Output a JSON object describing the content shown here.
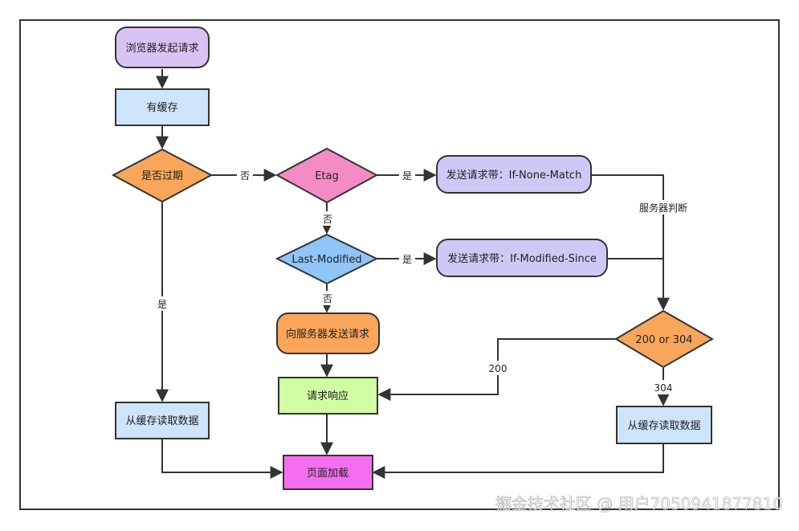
{
  "nodes": {
    "start": "浏览器发起请求",
    "has_cache": "有缓存",
    "expired": "是否过期",
    "etag": "Etag",
    "send_inm": "发送请求带：If-None-Match",
    "last_modified": "Last-Modified",
    "send_ims": "发送请求带：If-Modified-Since",
    "request_server": "向服务器发送请求",
    "response": "请求响应",
    "read_cache_left": "从缓存读取数据",
    "status_check": "200 or 304",
    "read_cache_right": "从缓存读取数据",
    "page_load": "页面加载"
  },
  "labels": {
    "no_expired": "否",
    "yes_etag": "是",
    "no_etag": "否",
    "yes_lm": "是",
    "no_lm": "否",
    "yes_expired": "是",
    "server_judge": "服务器判断",
    "code_200": "200",
    "code_304": "304"
  },
  "watermark": "掘金技术社区 @ 用户7050941877810",
  "colors": {
    "purple_fill": "#d9c3f5",
    "blue_fill": "#cde4fa",
    "orange_fill": "#f9a65a",
    "pink_fill": "#f58bc4",
    "lilac_fill": "#cdc9f7",
    "sky_fill": "#8fc5f8",
    "green_fill": "#d1fca4",
    "magenta_fill": "#f56ef0",
    "stroke": "#333333"
  }
}
